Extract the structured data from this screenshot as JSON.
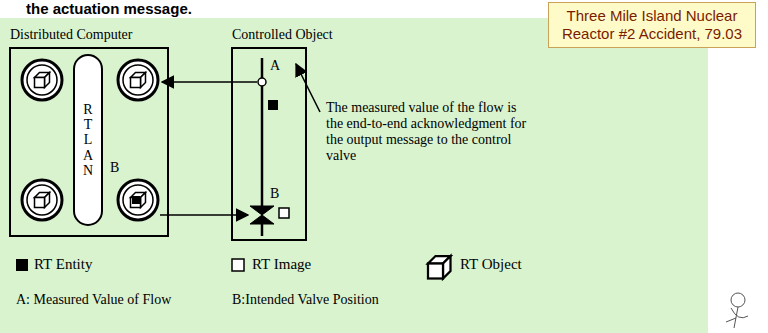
{
  "diagram": {
    "title": "Three Mile Island Nuclear Reactor #2 Accident, 79.03",
    "nodes": [
      {
        "text": [
          "Distributed Computer"
        ]
      },
      {
        "text": [
          "RTLAN"
        ],
        "in": 0
      },
      {
        "text": [
          "Controlled Object"
        ]
      }
    ],
    "labels": [
      "the actuation message.",
      "B",
      "A",
      "B",
      "The measured value of the flow is the end-to-end acknowledgment for the output message to the control valve",
      "A: Measured Value of Flow",
      "B:Intended Valve Position"
    ],
    "legend": [
      {
        "text": "RT Entity"
      },
      {
        "text": "RT Image"
      },
      {
        "text": "RT Object"
      }
    ]
  }
}
